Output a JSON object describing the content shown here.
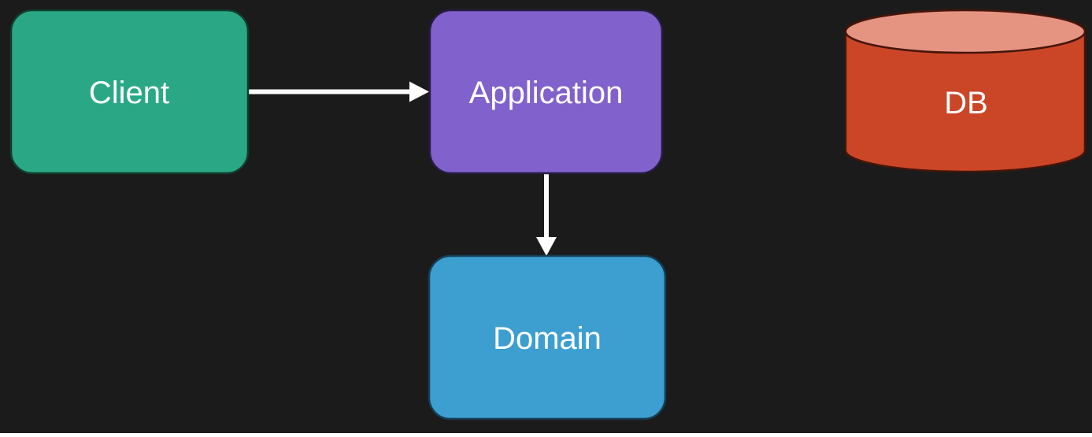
{
  "diagram": {
    "title": "Client-Application-Domain-DB architecture diagram",
    "background": "#1b1b1b",
    "arrow_color": "#ffffff",
    "nodes": {
      "client": {
        "label": "Client",
        "shape": "rounded-rectangle",
        "fill": "#2aa885",
        "stroke": "#123c2f",
        "text_color": "#ffffff"
      },
      "application": {
        "label": "Application",
        "shape": "rounded-rectangle",
        "fill": "#8161cc",
        "stroke": "#261d44",
        "text_color": "#ffffff"
      },
      "domain": {
        "label": "Domain",
        "shape": "rounded-rectangle",
        "fill": "#3c9fd0",
        "stroke": "#143e55",
        "text_color": "#ffffff"
      },
      "db": {
        "label": "DB",
        "shape": "cylinder",
        "fill_body": "#cb4627",
        "fill_top": "#e69482",
        "stroke": "#45150a",
        "text_color": "#ffffff"
      }
    },
    "edges": [
      {
        "from": "client",
        "to": "application",
        "direction": "right",
        "color": "#ffffff"
      },
      {
        "from": "application",
        "to": "domain",
        "direction": "down",
        "color": "#ffffff"
      }
    ]
  }
}
